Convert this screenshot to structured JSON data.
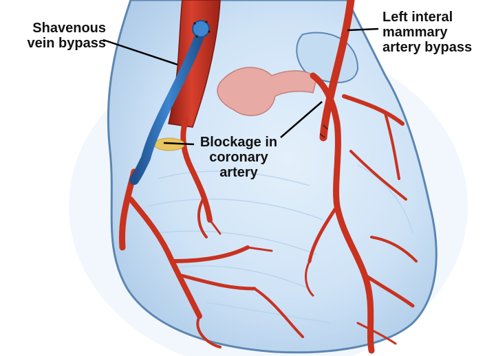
{
  "labels": {
    "saphenous": "Shavenous\nvein bypass",
    "mammary": "Left interal\nmammary\nartery bypass",
    "blockage": "Blockage in\ncoronary\nartery"
  },
  "colors": {
    "background": "#ffffff",
    "heart_fill": "#cfe3f6",
    "heart_outline": "#5c86b2",
    "artery_red": "#c8321f",
    "vein_blue": "#2d6fb8",
    "aorta_red": "#b82a1d",
    "pulmonary_pink": "#e8aaa5",
    "plaque_yellow": "#e8c560",
    "leader_line": "#000000"
  }
}
